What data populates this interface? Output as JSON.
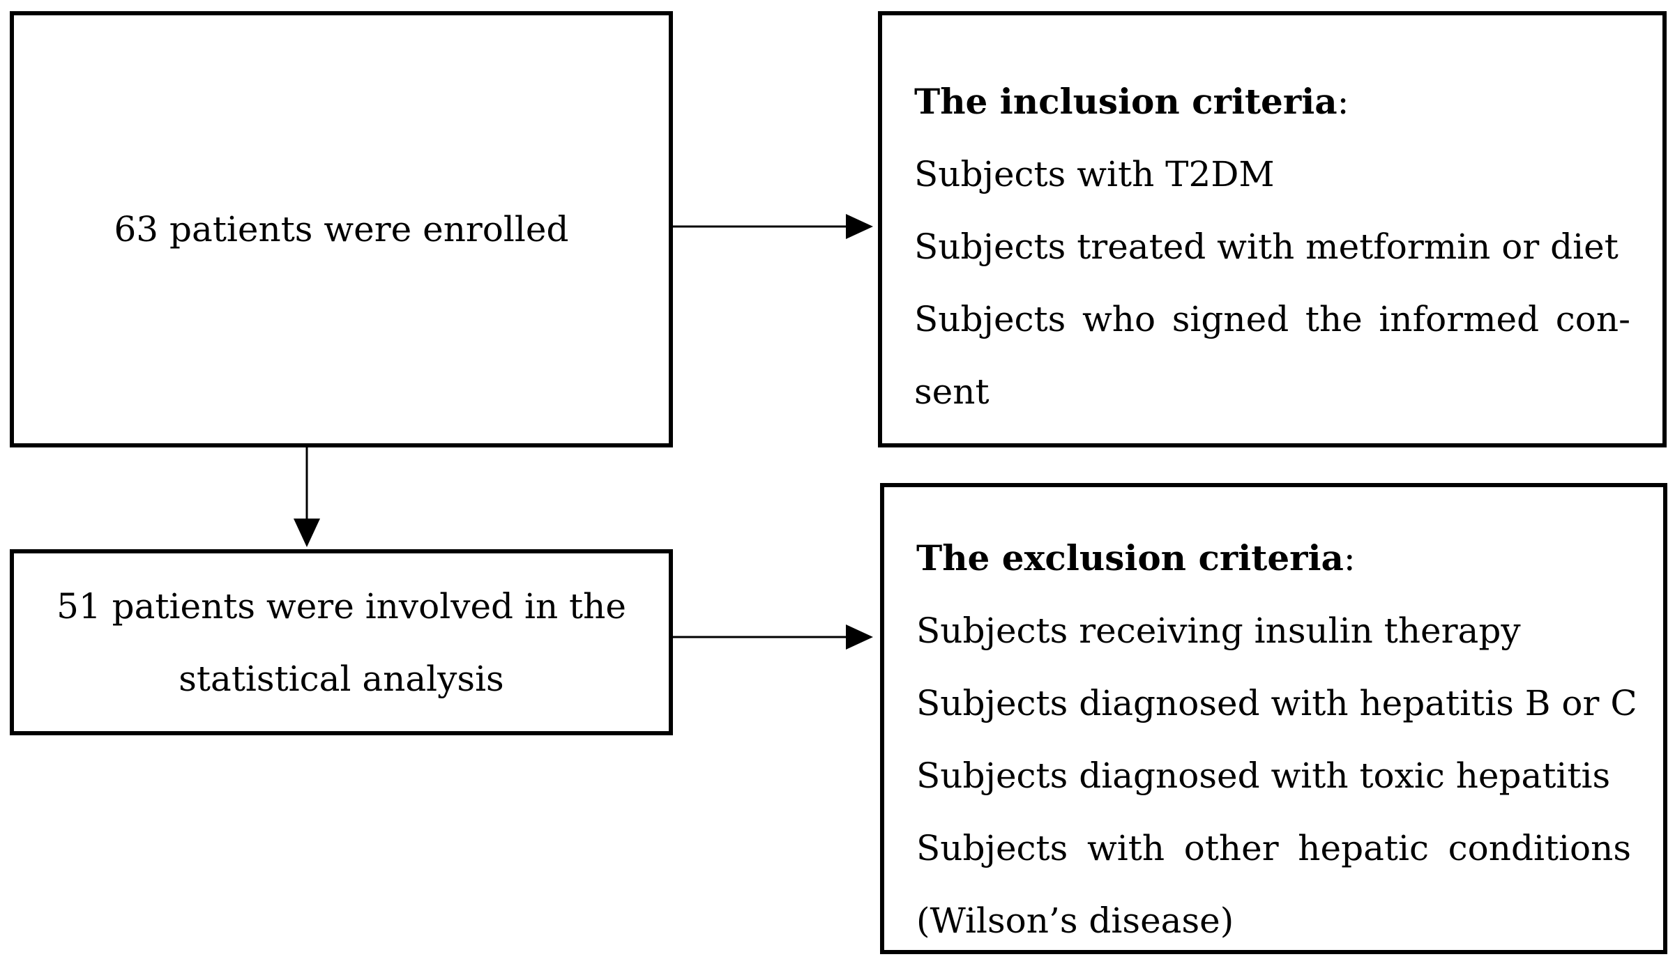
{
  "flow": {
    "enrolled": "63 patients were enrolled",
    "analysis_line1": "51 patients were involved in the",
    "analysis_line2": "statistical analysis"
  },
  "inclusion": {
    "title": "The inclusion criteria",
    "colon": ":",
    "items": [
      "Subjects with T2DM",
      "Subjects treated with metformin or diet",
      "Subjects who signed the informed con-",
      "sent"
    ]
  },
  "exclusion": {
    "title": "The exclusion criteria",
    "colon": ":",
    "items": [
      "Subjects receiving insulin therapy",
      "Subjects diagnosed with hepatitis B or C",
      "Subjects diagnosed with toxic hepatitis",
      "Subjects with other hepatic conditions",
      "(Wilson’s disease)"
    ]
  }
}
